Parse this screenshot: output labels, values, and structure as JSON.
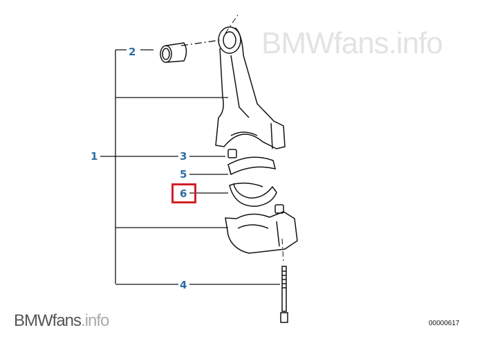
{
  "watermark_top": "BMWfans.info",
  "watermark_bottom": {
    "brand": "BMWfans",
    "suffix": ".info"
  },
  "diagram_number": "00000617",
  "callouts": {
    "c1": "1",
    "c2": "2",
    "c3": "3",
    "c4": "4",
    "c5": "5",
    "c6": "6"
  },
  "highlighted_callout": "6",
  "colors": {
    "callout": "#2e6da4",
    "highlight": "#d0202a"
  }
}
